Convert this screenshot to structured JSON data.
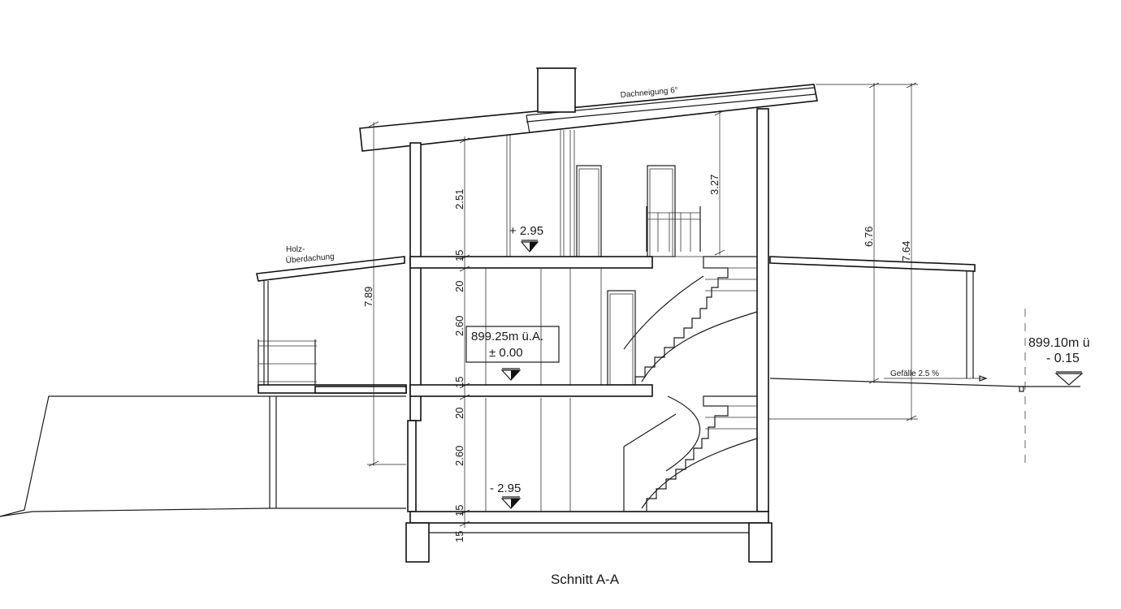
{
  "drawing": {
    "caption": "Schnitt A-A",
    "labels": {
      "roof_pitch": "Dachneigung 6°",
      "wood_canopy_1": "Holz-",
      "wood_canopy_2": "Überdachung",
      "slope": "Gefälle 2.5 %",
      "entrance_height": "899.25m ü.A.",
      "entrance_level": "± 0.00",
      "upper_level": "+ 2.95",
      "lower_level": "- 2.95",
      "terrain_height": "899.10m ü",
      "terrain_level": "- 0.15"
    },
    "dimensions": {
      "upper_room": "2.51",
      "slab_15_top": "15",
      "slab_20_mid": "20",
      "ground_room": "2.60",
      "slab_15_mid": "15",
      "slab_20_low": "20",
      "basement_room": "2.60",
      "slab_15_low": "15",
      "foundation_15": "15",
      "total_left": "7.89",
      "upper_right": "3.27",
      "height_676": "6.76",
      "height_764": "7.64"
    }
  }
}
